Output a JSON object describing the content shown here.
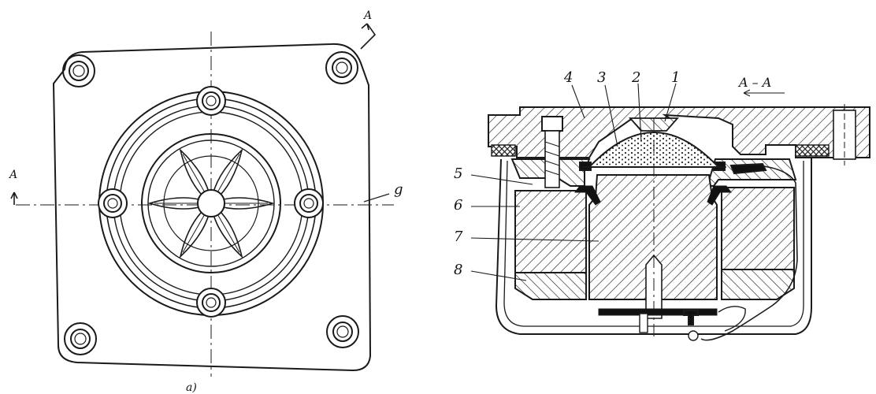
{
  "plan_view": {
    "section_mark_top": "A",
    "section_mark_left": "A",
    "side_label": "g",
    "caption": "a)"
  },
  "section_view": {
    "title": "A – A",
    "callouts": [
      "1",
      "2",
      "3",
      "4",
      "5",
      "6",
      "7",
      "8"
    ]
  },
  "colors": {
    "ink": "#1a1a1a",
    "paper": "#ffffff"
  }
}
